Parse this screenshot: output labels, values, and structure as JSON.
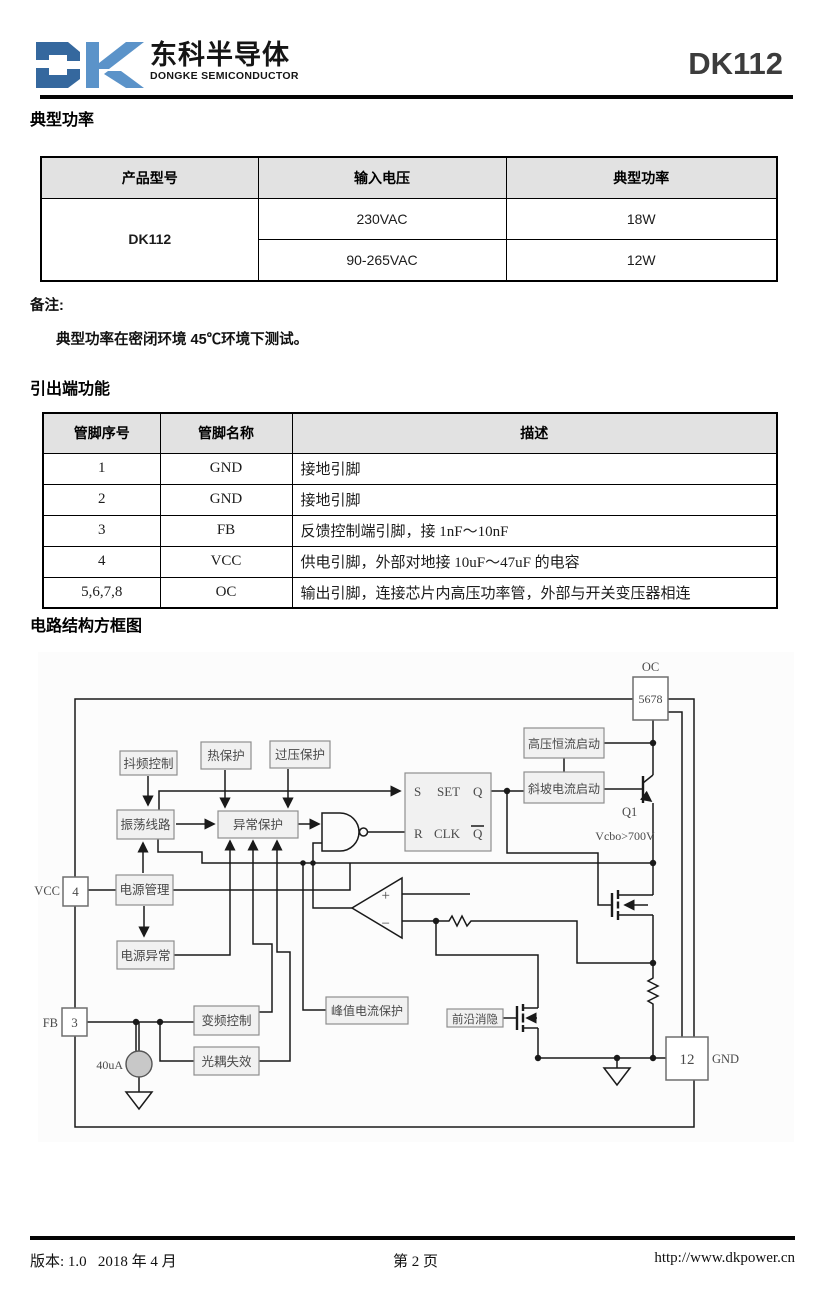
{
  "header": {
    "brand_cn": "东科半导体",
    "brand_en": "DONGKE SEMICONDUCTOR",
    "part_number": "DK112"
  },
  "sections": {
    "typical_power": "典型功率",
    "pin_function": "引出端功能",
    "block_diagram": "电路结构方框图"
  },
  "note": {
    "label": "备注:",
    "text": "典型功率在密闭环境 45℃环境下测试。"
  },
  "power_table": {
    "headers": [
      "产品型号",
      "输入电压",
      "典型功率"
    ],
    "product": "DK112",
    "rows": [
      {
        "voltage": "230VAC",
        "power": "18W"
      },
      {
        "voltage": "90-265VAC",
        "power": "12W"
      }
    ]
  },
  "pin_table": {
    "headers": [
      "管脚序号",
      "管脚名称",
      "描述"
    ],
    "rows": [
      {
        "no": "1",
        "name": "GND",
        "desc": "接地引脚"
      },
      {
        "no": "2",
        "name": "GND",
        "desc": "接地引脚"
      },
      {
        "no": "3",
        "name": "FB",
        "desc": "反馈控制端引脚，接 1nF～10nF"
      },
      {
        "no": "4",
        "name": "VCC",
        "desc": "供电引脚，外部对地接 10uF～47uF 的电容"
      },
      {
        "no": "5,6,7,8",
        "name": "OC",
        "desc": "输出引脚，连接芯片内高压功率管，外部与开关变压器相连"
      }
    ]
  },
  "diagram": {
    "blocks": {
      "jitter": "抖频控制",
      "thermal": "热保护",
      "ovp": "过压保护",
      "osc": "振荡线路",
      "abnormal": "异常保护",
      "power_mgmt": "电源管理",
      "power_abnormal": "电源异常",
      "freq_ctrl": "变频控制",
      "opto_fail": "光耦失效",
      "peak_current": "峰值电流保护",
      "hv_start": "高压恒流启动",
      "ramp_start": "斜坡电流启动",
      "blanking": "前沿消隐"
    },
    "ff": {
      "s": "S",
      "set": "SET",
      "q": "Q",
      "r": "R",
      "clk": "CLK",
      "qbar": "Q"
    },
    "pins": {
      "vcc": "VCC",
      "pin4": "4",
      "fb": "FB",
      "pin3": "3",
      "oc": "OC",
      "pin5678": "5678",
      "pin12": "12",
      "gnd": "GND"
    },
    "labels": {
      "q1": "Q1",
      "vcbo": "Vcbo>700V",
      "current": "40uA",
      "plus": "+",
      "minus": "−"
    }
  },
  "footer": {
    "version": "版本: 1.0   2018 年 4 月",
    "page": "第 2 页",
    "url": "http://www.dkpower.cn"
  },
  "colors": {
    "logo_dark_blue": "#35689e",
    "logo_light_blue": "#5b93c9",
    "table_header_bg": "#e2e2e2"
  }
}
